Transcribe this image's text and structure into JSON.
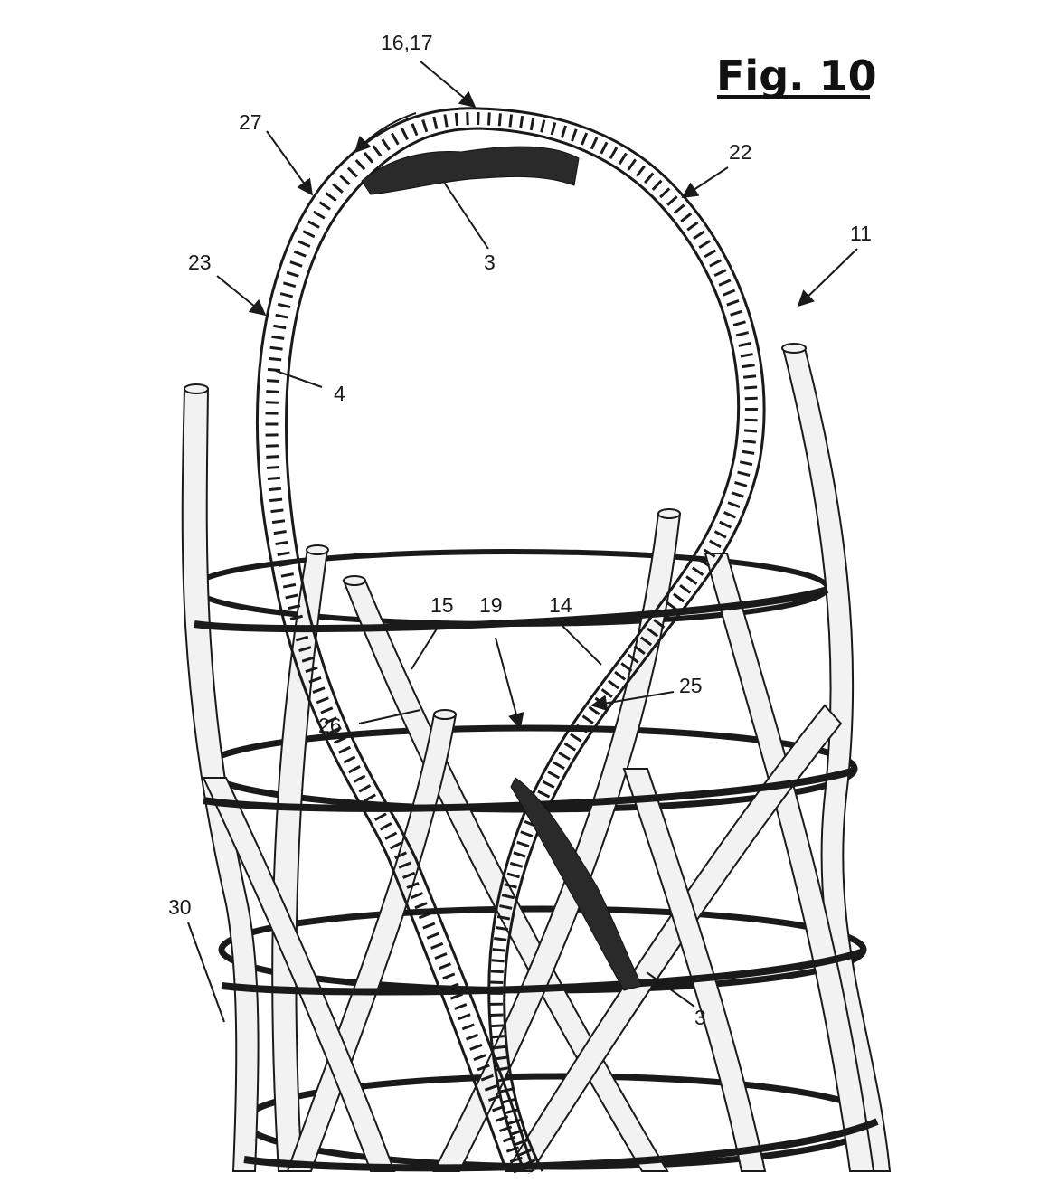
{
  "figure": {
    "title": "Fig. 10",
    "colors": {
      "ink": "#1a1a1a",
      "column_fill": "#f2f2f2",
      "background": "#ffffff"
    },
    "labels": [
      {
        "id": "ref-16-17",
        "text": "16,17"
      },
      {
        "id": "ref-27",
        "text": "27"
      },
      {
        "id": "ref-22",
        "text": "22"
      },
      {
        "id": "ref-3-top",
        "text": "3"
      },
      {
        "id": "ref-11",
        "text": "11"
      },
      {
        "id": "ref-23",
        "text": "23"
      },
      {
        "id": "ref-4",
        "text": "4"
      },
      {
        "id": "ref-15",
        "text": "15"
      },
      {
        "id": "ref-19",
        "text": "19"
      },
      {
        "id": "ref-14",
        "text": "14"
      },
      {
        "id": "ref-25",
        "text": "25"
      },
      {
        "id": "ref-26",
        "text": "26"
      },
      {
        "id": "ref-30",
        "text": "30"
      },
      {
        "id": "ref-3-bottom",
        "text": "3"
      }
    ]
  }
}
